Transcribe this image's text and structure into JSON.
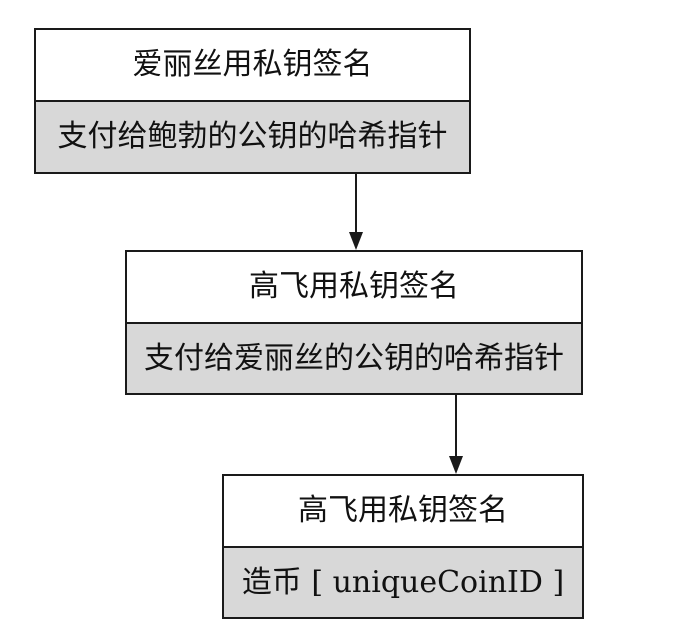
{
  "blocks": [
    {
      "signature": "爱丽丝用私钥签名",
      "payload": "支付给鲍勃的公钥的哈希指针"
    },
    {
      "signature": "高飞用私钥签名",
      "payload": "支付给爱丽丝的公钥的哈希指针"
    },
    {
      "signature": "高飞用私钥签名",
      "payload": "造币 [ uniqueCoinID ]"
    }
  ]
}
